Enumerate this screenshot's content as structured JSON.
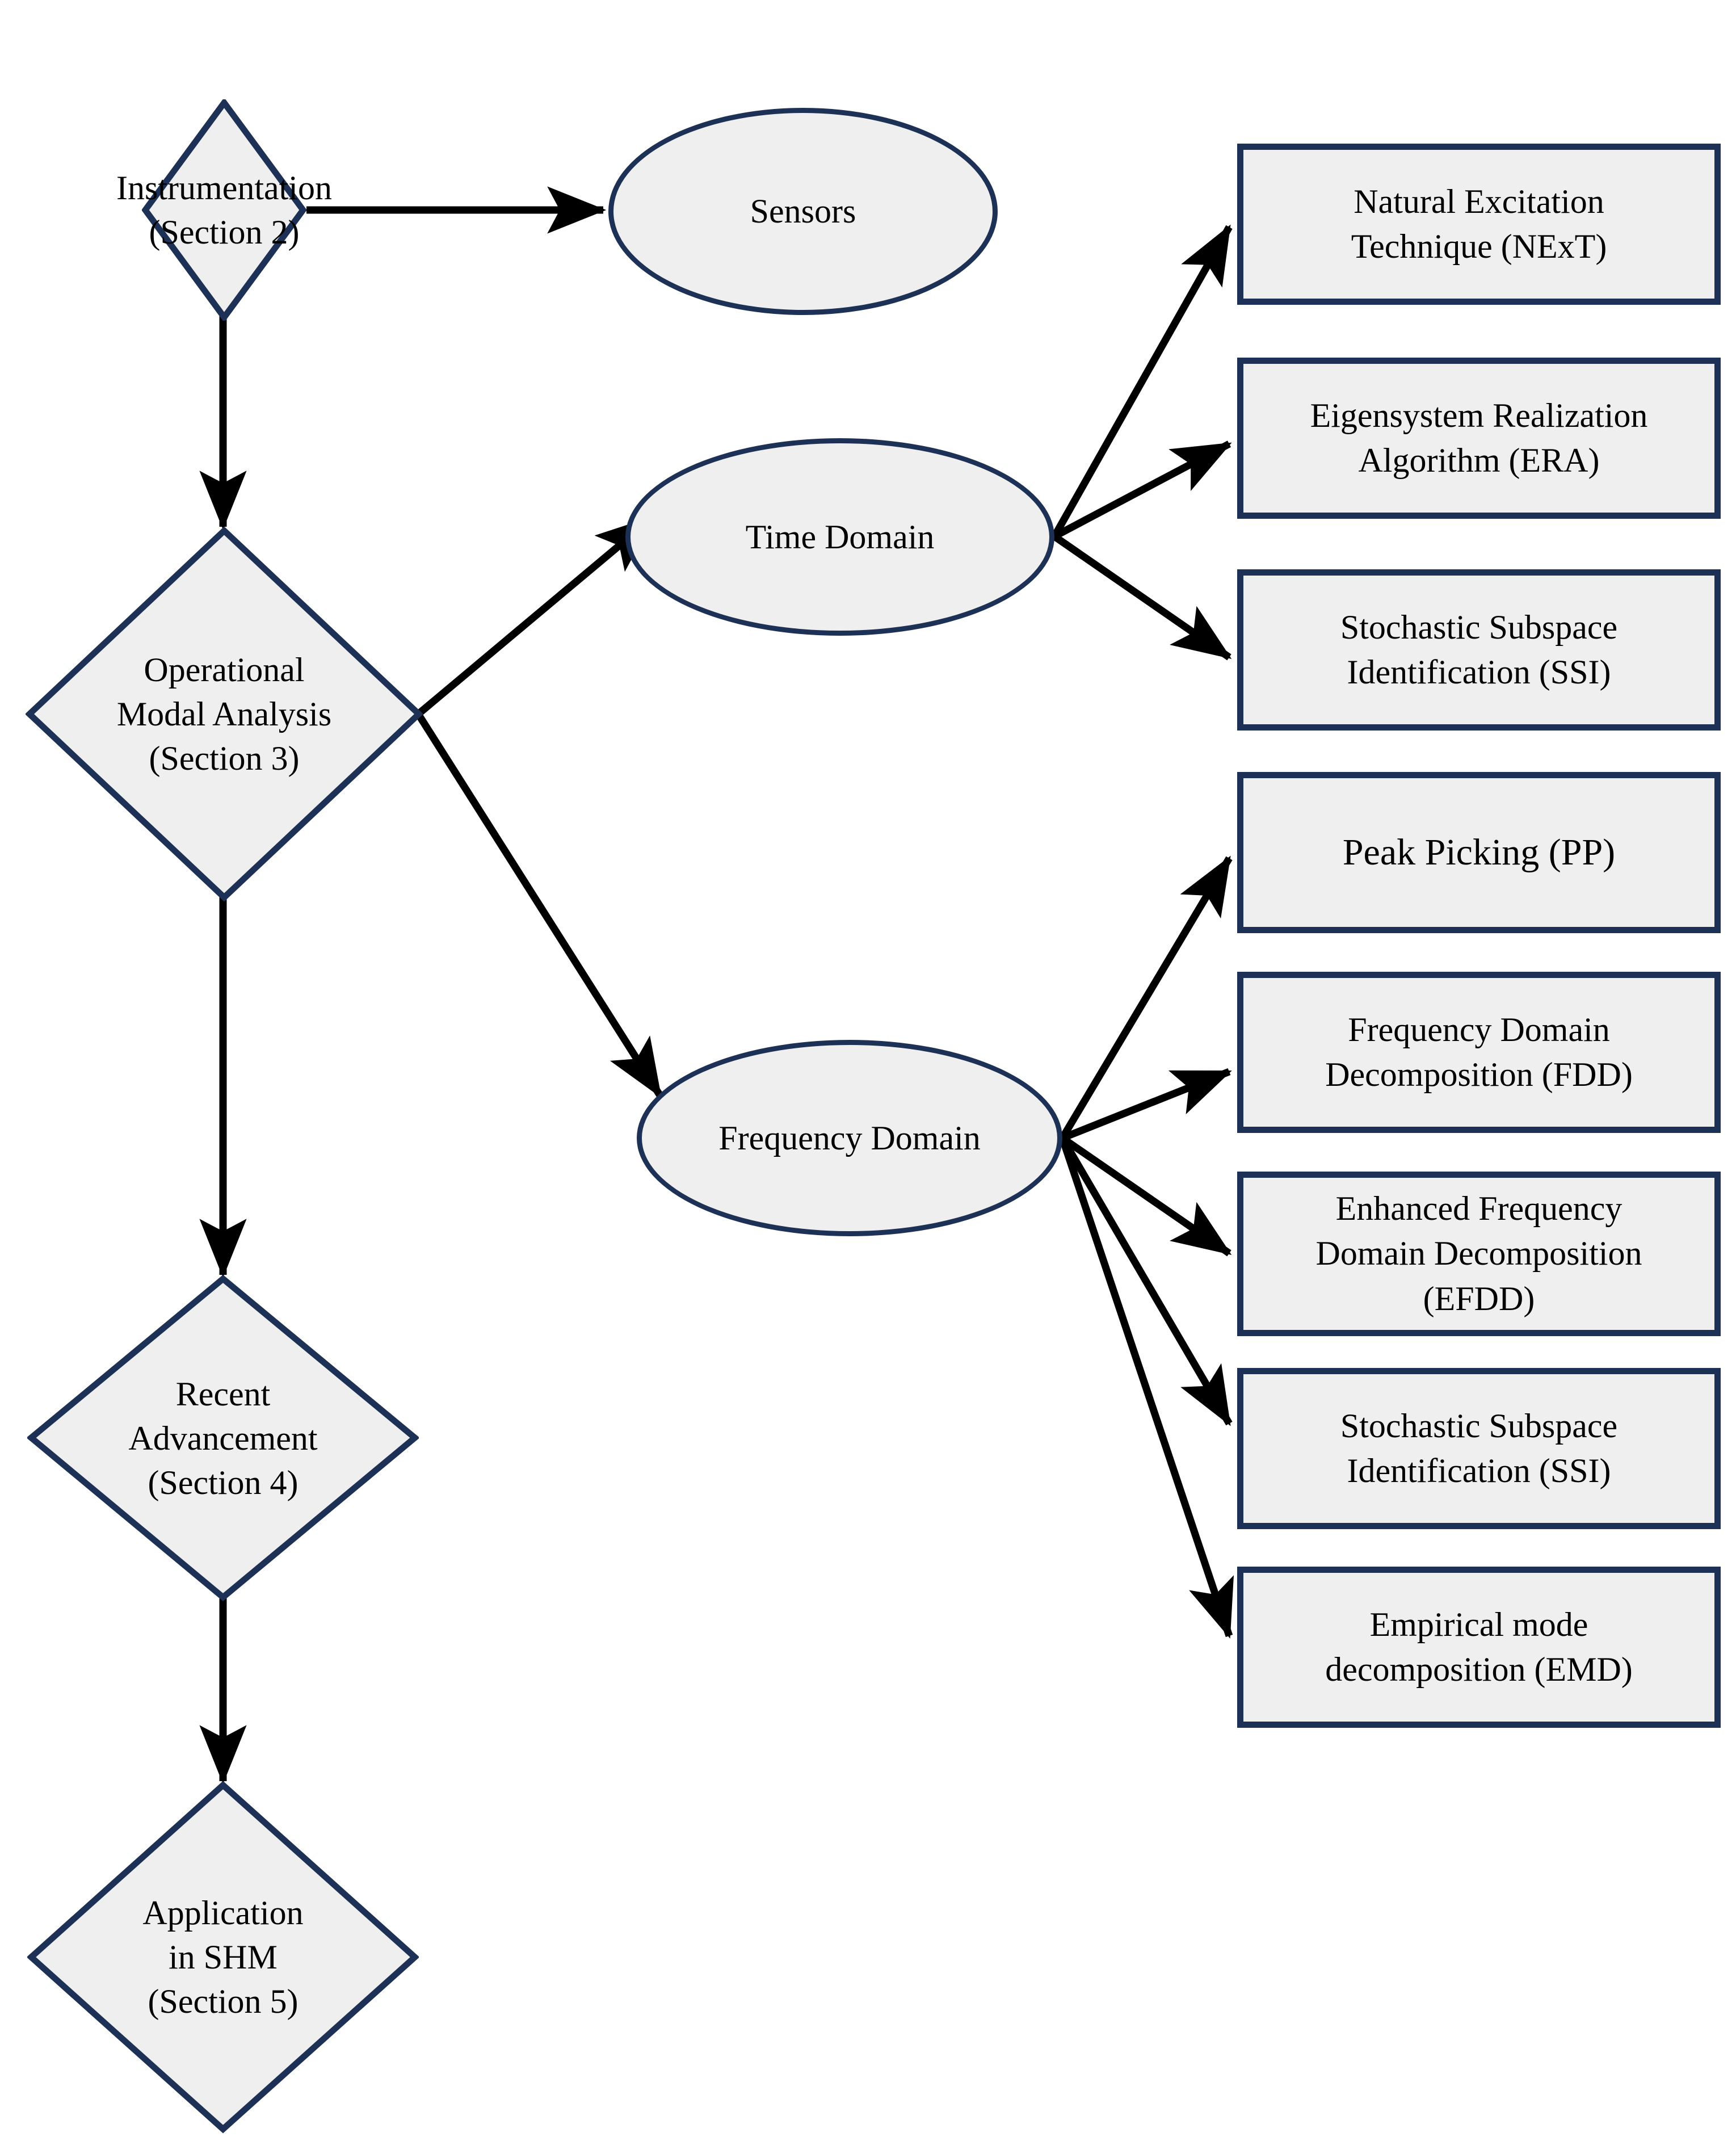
{
  "diagram": {
    "title": "Operational Modal Analysis review roadmap flowchart",
    "colors": {
      "node_border": "#1c3155",
      "node_fill": "#efefef",
      "edge": "#000000",
      "text": "#000000",
      "background": "#ffffff"
    }
  },
  "nodes": {
    "instrumentation": {
      "label": "Instrumentation\n(Section 2)",
      "shape": "diamond"
    },
    "sensors": {
      "label": "Sensors",
      "shape": "ellipse"
    },
    "oma": {
      "label": "Operational\nModal Analysis\n(Section 3)",
      "shape": "diamond"
    },
    "time_domain": {
      "label": "Time Domain",
      "shape": "ellipse"
    },
    "frequency_domain": {
      "label": "Frequency Domain",
      "shape": "ellipse"
    },
    "recent_advancement": {
      "label": "Recent\nAdvancement\n(Section 4)",
      "shape": "diamond"
    },
    "application_shm": {
      "label": "Application\nin SHM\n(Section 5)",
      "shape": "diamond"
    }
  },
  "time_domain_methods": [
    {
      "label": "Natural Excitation\nTechnique (NExT)"
    },
    {
      "label": "Eigensystem Realization\nAlgorithm (ERA)"
    },
    {
      "label": "Stochastic Subspace\nIdentification (SSI)"
    }
  ],
  "frequency_domain_methods": [
    {
      "label": "Peak Picking (PP)"
    },
    {
      "label": "Frequency Domain\nDecomposition (FDD)"
    },
    {
      "label": "Enhanced Frequency\nDomain Decomposition\n(EFDD)"
    },
    {
      "label": "Stochastic Subspace\nIdentification (SSI)"
    },
    {
      "label": "Empirical mode\ndecomposition (EMD)"
    }
  ],
  "edges": [
    {
      "from": "instrumentation",
      "to": "sensors"
    },
    {
      "from": "instrumentation",
      "to": "oma"
    },
    {
      "from": "oma",
      "to": "time_domain"
    },
    {
      "from": "oma",
      "to": "frequency_domain"
    },
    {
      "from": "oma",
      "to": "recent_advancement"
    },
    {
      "from": "recent_advancement",
      "to": "application_shm"
    },
    {
      "from": "time_domain",
      "to": "Natural Excitation Technique (NExT)"
    },
    {
      "from": "time_domain",
      "to": "Eigensystem Realization Algorithm (ERA)"
    },
    {
      "from": "time_domain",
      "to": "Stochastic Subspace Identification (SSI)"
    },
    {
      "from": "frequency_domain",
      "to": "Peak Picking (PP)"
    },
    {
      "from": "frequency_domain",
      "to": "Frequency Domain Decomposition (FDD)"
    },
    {
      "from": "frequency_domain",
      "to": "Enhanced Frequency Domain Decomposition (EFDD)"
    },
    {
      "from": "frequency_domain",
      "to": "Stochastic Subspace Identification (SSI)"
    },
    {
      "from": "frequency_domain",
      "to": "Empirical mode decomposition (EMD)"
    }
  ]
}
